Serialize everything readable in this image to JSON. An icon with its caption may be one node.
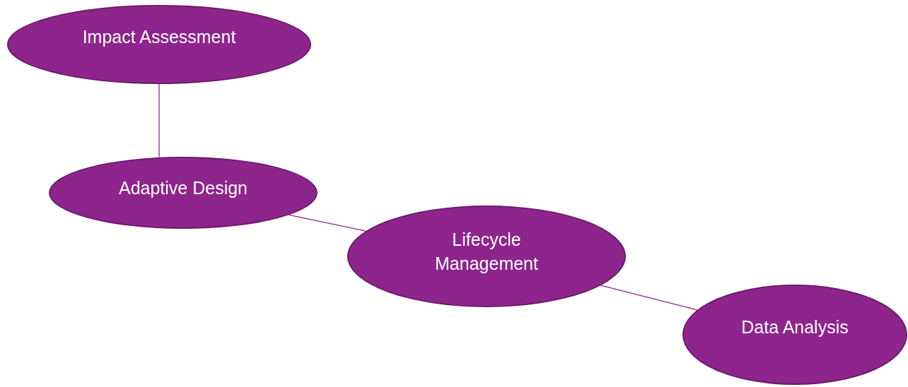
{
  "diagram": {
    "nodes": [
      {
        "text": [
          "Impact Assessment"
        ]
      },
      {
        "text": [
          "Adaptive Design"
        ]
      },
      {
        "text": [
          "Lifecycle Management"
        ]
      },
      {
        "text": [
          "Data Analysis"
        ]
      }
    ],
    "edges": [
      {
        "from": 0,
        "to": 1,
        "arrow": "none"
      },
      {
        "from": 1,
        "to": 2,
        "arrow": "none"
      },
      {
        "from": 2,
        "to": 3,
        "arrow": "none"
      }
    ]
  }
}
